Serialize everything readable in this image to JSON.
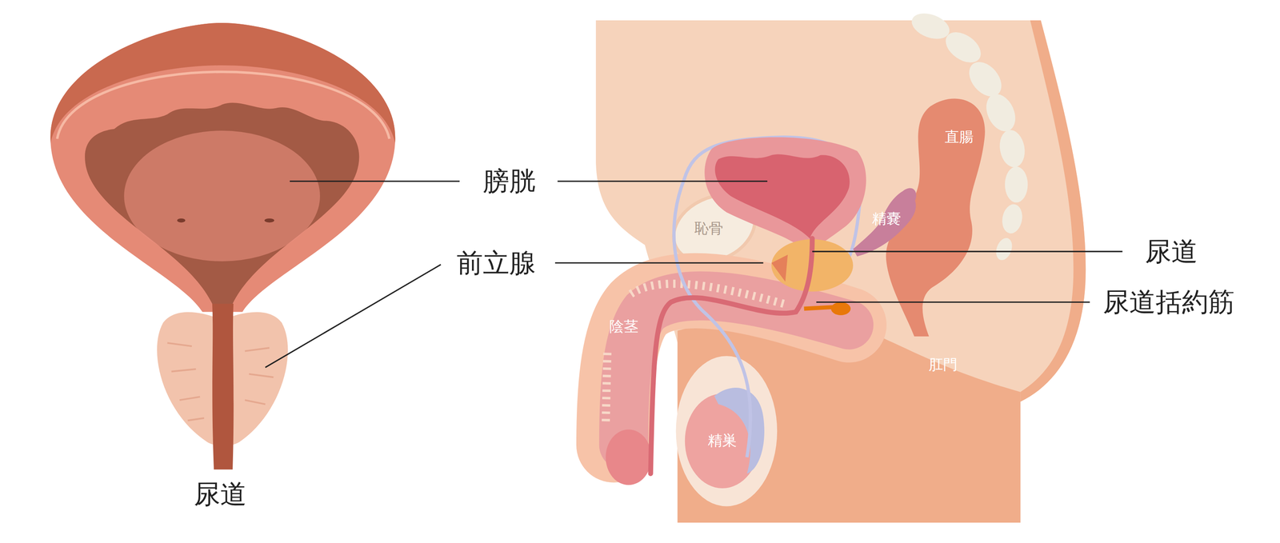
{
  "diagram": {
    "labels": [
      "膀胱",
      "直腸",
      "精嚢",
      "恥骨",
      "尿道",
      "前立腺",
      "尿道括約筋",
      "陰茎",
      "肛門",
      "精巣",
      "尿道"
    ]
  }
}
